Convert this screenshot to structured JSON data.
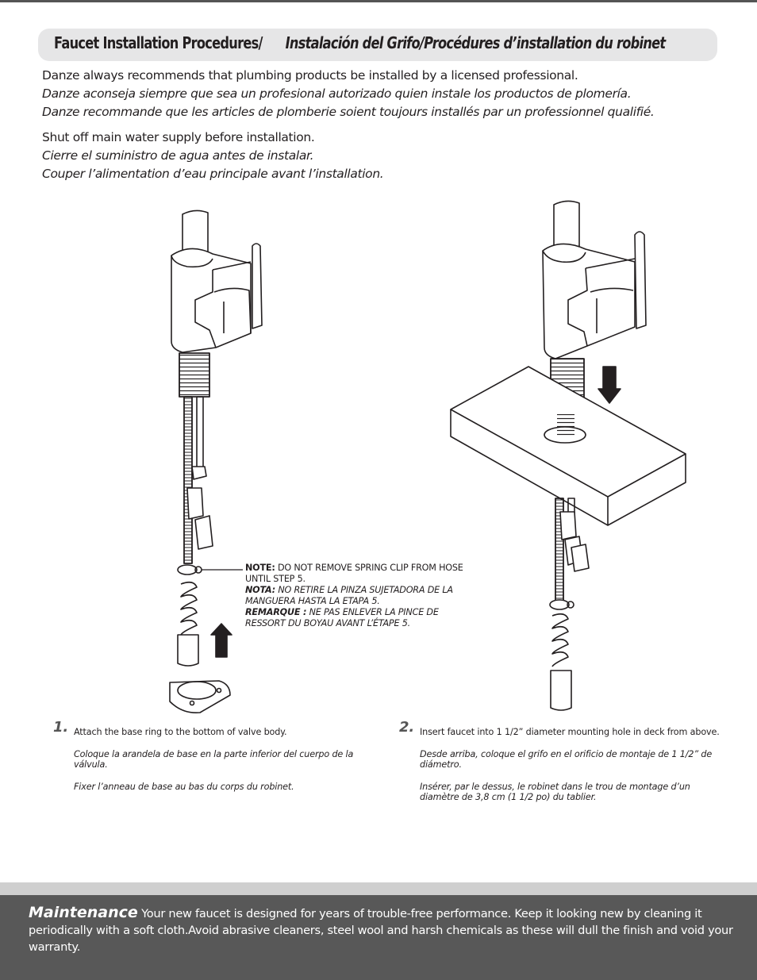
{
  "header": {
    "title_en": "Faucet Installation Procedures/",
    "title_es_fr": "Instalación del Grifo/Procédures d’installation du robinet"
  },
  "intro": {
    "line1_en": "Danze always recommends that plumbing products be installed by a licensed professional.",
    "line1_es": "Danze aconseja siempre que sea un profesional autorizado quien instale los productos de plomería.",
    "line1_fr": "Danze recommande que les articles de plomberie soient toujours installés par un professionnel qualifié.",
    "line2_en": "Shut off main water supply before installation.",
    "line2_es": "Cierre el suministro de agua antes de instalar.",
    "line2_fr": "Couper l’alimentation d’eau principale avant l’installation."
  },
  "note": {
    "en_label": "NOTE:",
    "en_text": " DO NOT REMOVE SPRING CLIP FROM HOSE UNTIL STEP 5.",
    "es_label": "NOTA:",
    "es_text": " NO RETIRE LA PINZA SUJETADORA DE LA MANGUERA HASTA LA ETAPA 5.",
    "fr_label": "REMARQUE :",
    "fr_text": " NE PAS ENLEVER LA PINCE DE RESSORT DU BOYAU AVANT L’ÉTAPE 5."
  },
  "steps": [
    {
      "number": "1.",
      "en": "Attach the base ring to the bottom of valve body.",
      "es": "Coloque la arandela de base en la parte inferior del cuerpo de la válvula.",
      "fr": "Fixer l’anneau de base au bas du corps du robinet."
    },
    {
      "number": "2.",
      "en": "Insert faucet into 1 1/2” diameter mounting hole in deck from above.",
      "es": "Desde arriba, coloque el grifo en el orificio de montaje de 1 1/2” de diámetro.",
      "fr": "Insérer, par le dessus, le robinet dans le trou de montage d’un diamètre de 3,8 cm (1 1/2 po) du tablier."
    }
  ],
  "maintenance": {
    "title": "Maintenance",
    "text": " Your new faucet is designed for years of trouble-free performance. Keep it looking new by cleaning it periodically with a soft cloth.Avoid abrasive cleaners, steel wool and harsh chemicals as these  will dull the finish and void your warranty."
  },
  "colors": {
    "title_bar_bg": "#e6e6e7",
    "maintenance_bg": "#585858",
    "maintenance_strip": "#cfcfcf",
    "line_art": "#231f20"
  }
}
